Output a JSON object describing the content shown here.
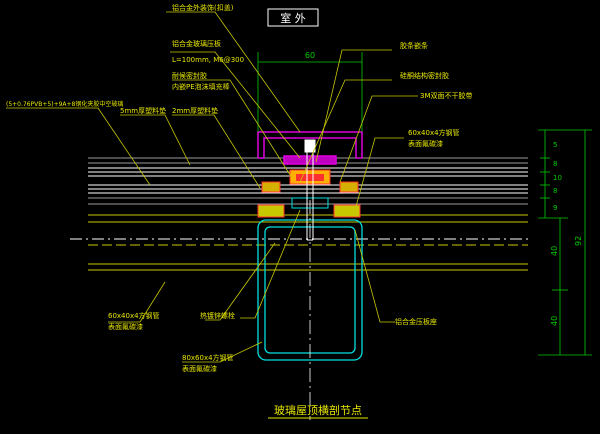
{
  "header": {
    "label": "室 外"
  },
  "footer": {
    "title": "玻璃屋顶横剖节点"
  },
  "callouts": {
    "alu_cover": "铝合金外装饰(扣盖)",
    "alu_press": "铝合金玻璃压板",
    "press_spec": "L=100mm, M6@300",
    "weather_seal": "耐候密封胶",
    "pe_rod": "内嵌PE泡沫填充棒",
    "glass_spec": "(5+0.76PVB+5)+9A+8钢化夹胶中空玻璃",
    "strip5": "5mm厚塑料垫",
    "strip2": "2mm厚塑料垫",
    "epdm": "胶条嵌条",
    "struct_seal": "硅酮结构密封胶",
    "tape": "3M双面不干胶带",
    "steel_tube_top": "60x40x4方钢管",
    "steel_tube_top_2": "表面氟碳漆",
    "steel_tube_left": "60x40x4方钢管",
    "steel_tube_left_2": "表面氟碳漆",
    "bolt": "热镀锌螺栓",
    "steel_tube_bottom": "80x60x4方钢管",
    "steel_tube_bottom_2": "表面氟碳漆",
    "alu_bracket": "铝合金压板座"
  },
  "dimensions": {
    "top_width": "60",
    "total": "92",
    "upper": "40",
    "lower": "40",
    "small": [
      "5",
      "8",
      "10",
      "8",
      "9"
    ]
  },
  "colors": {
    "background": "#000000",
    "leader": "#c8c800",
    "glass_lines": "#ffffff",
    "steel_outline": "#00e0e0",
    "alu_magenta": "#e000e0",
    "dim_green": "#00cc00",
    "text_yellow": "#e6e600",
    "gasket_red": "#ff3030"
  }
}
